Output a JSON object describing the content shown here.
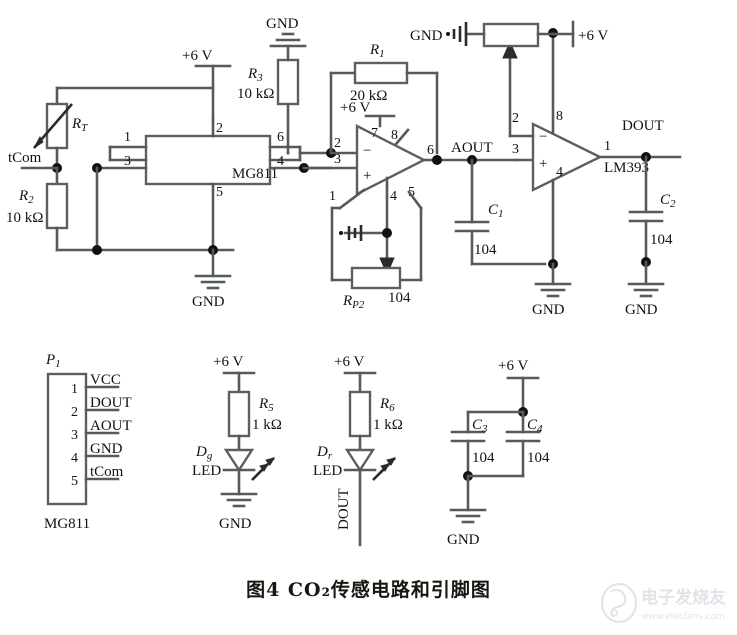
{
  "figure": {
    "caption": "图4  CO₂传感电路和引脚图",
    "watermark_text": "电子发烧友",
    "watermark_url": "www.elecfans.com"
  },
  "sensor_circuit": {
    "supply_top_left": "+6 V",
    "gnd_r3": "GND",
    "gnd_sensor": "GND",
    "gnd_c1": "GND",
    "gnd_c2": "GND",
    "gnd_pot": "GND",
    "tcom": "tCom",
    "aout": "AOUT",
    "dout": "DOUT",
    "supply_opamp": "+6 V",
    "supply_right": "+6 V",
    "sensor_name": "MG811",
    "comparator_name": "LM393",
    "components": {
      "rt_label": "R",
      "rt_sub": "T",
      "r2_label": "R",
      "r2_sub": "2",
      "r2_value": "10  kΩ",
      "r3_label": "R",
      "r3_sub": "3",
      "r3_value": "10  kΩ",
      "r1_label": "R",
      "r1_sub": "1",
      "r1_value": "20  kΩ",
      "rp2_label": "R",
      "rp2_sub": "P2",
      "rp2_value": "104",
      "c1_label": "C",
      "c1_sub": "1",
      "c1_value": "104",
      "c2_label": "C",
      "c2_sub": "2",
      "c2_value": "104"
    },
    "sensor_pins": {
      "p1": "1",
      "p2": "2",
      "p3": "3",
      "p4": "4",
      "p5": "5",
      "p6": "6"
    },
    "opamp_pins": {
      "inv": "2",
      "non_inv": "3",
      "out": "6",
      "vcc": "7",
      "p8": "8",
      "p1": "1",
      "p4": "4",
      "p5": "5",
      "minus": "−",
      "plus": "+"
    },
    "comparator_pins": {
      "inv": "2",
      "non_inv": "3",
      "out": "1",
      "vcc": "8",
      "gnd": "4",
      "minus": "−",
      "plus": "+"
    }
  },
  "connector": {
    "name_label": "P",
    "name_sub": "1",
    "part": "MG811",
    "pins": [
      {
        "num": "1",
        "signal": "VCC"
      },
      {
        "num": "2",
        "signal": "DOUT"
      },
      {
        "num": "3",
        "signal": "AOUT"
      },
      {
        "num": "4",
        "signal": "GND"
      },
      {
        "num": "5",
        "signal": "tCom"
      }
    ]
  },
  "led_green": {
    "supply": "+6 V",
    "resistor_label": "R",
    "resistor_sub": "5",
    "resistor_value": "1  kΩ",
    "diode_label": "D",
    "diode_sub": "g",
    "diode_type": "LED",
    "gnd": "GND"
  },
  "led_red": {
    "supply": "+6 V",
    "resistor_label": "R",
    "resistor_sub": "6",
    "resistor_value": "1  kΩ",
    "diode_label": "D",
    "diode_sub": "r",
    "diode_type": "LED",
    "net": "DOUT"
  },
  "decoupling": {
    "supply": "+6 V",
    "c3_label": "C",
    "c3_sub": "3",
    "c3_value": "104",
    "c4_label": "C",
    "c4_sub": "4",
    "c4_value": "104",
    "gnd": "GND"
  },
  "colors": {
    "wire": "#555a5e",
    "text": "#121212",
    "background": "#ffffff"
  }
}
